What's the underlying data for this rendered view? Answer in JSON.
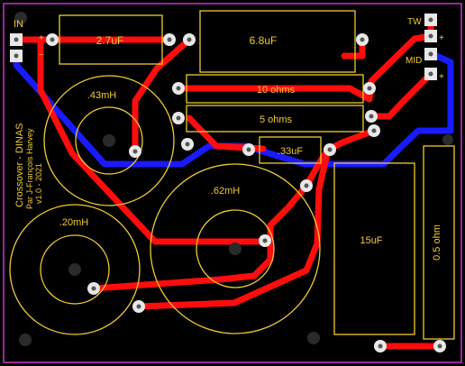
{
  "board": {
    "edge_color": "#cc33cc",
    "background_color": "#000000",
    "copper_top_color": "#ff0d0d",
    "copper_bottom_color": "#1a1aff",
    "silkscreen_color": "#f0cc32",
    "pad_color": "#e8e8e8"
  },
  "connectors": {
    "input_label": "IN",
    "input_plus": "+",
    "input_minus": "−",
    "tweeter_label": "TW",
    "mid_label": "MID",
    "plus_sign": "+"
  },
  "components": {
    "cap_27": "2.7uF",
    "cap_68": "6.8uF",
    "res_10": "10 ohms",
    "res_5": "5 ohms",
    "cap_033": ".33uF",
    "cap_15": "15uF",
    "res_05": "0.5 ohm",
    "ind_043": ".43mH",
    "ind_062": ".62mH",
    "ind_020": ".20mH"
  },
  "credits": {
    "title": "Crossover - DINAS",
    "author": "Par J-François Harvey",
    "version": "v1.0 - 2021"
  }
}
